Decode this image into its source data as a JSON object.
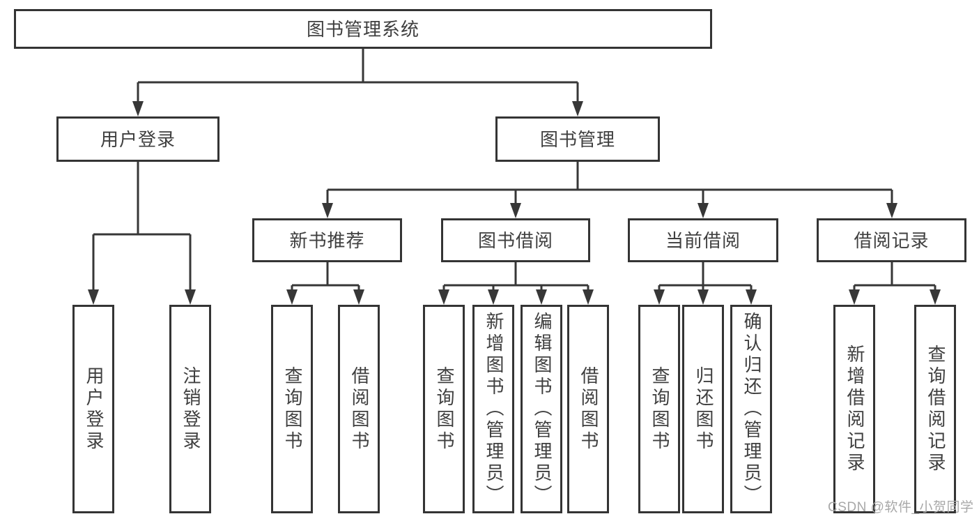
{
  "diagram": {
    "title": "图书管理系统",
    "branches": [
      {
        "label": "用户登录",
        "children": [
          {
            "label": "用户登录"
          },
          {
            "label": "注销登录"
          }
        ]
      },
      {
        "label": "图书管理",
        "children": [
          {
            "label": "新书推荐",
            "children": [
              {
                "label": "查询图书"
              },
              {
                "label": "借阅图书"
              }
            ]
          },
          {
            "label": "图书借阅",
            "children": [
              {
                "label": "查询图书"
              },
              {
                "label": "新增图书（管理员）"
              },
              {
                "label": "编辑图书（管理员）"
              },
              {
                "label": "借阅图书"
              }
            ]
          },
          {
            "label": "当前借阅",
            "children": [
              {
                "label": "查询图书"
              },
              {
                "label": "归还图书"
              },
              {
                "label": "确认归还（管理员）"
              }
            ]
          },
          {
            "label": "借阅记录",
            "children": [
              {
                "label": "新增借阅记录"
              },
              {
                "label": "查询借阅记录"
              }
            ]
          }
        ]
      }
    ]
  },
  "watermark": "CSDN @软件_小贺同学",
  "colors": {
    "line": "#373737",
    "text": "#3f3f3f",
    "watermark": "#a8a8a8",
    "background": "#ffffff"
  }
}
